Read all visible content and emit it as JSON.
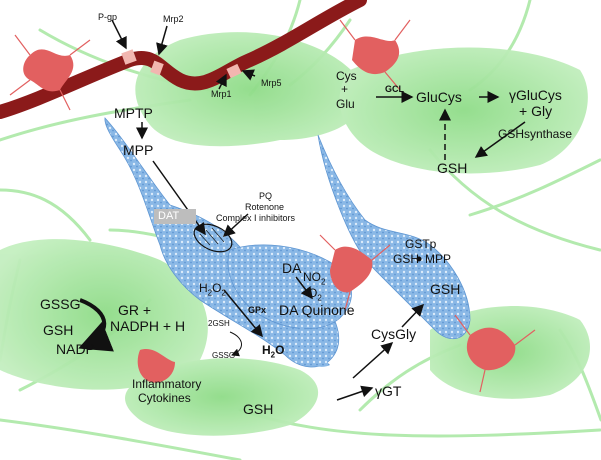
{
  "figure": {
    "transporters": {
      "pgp": "P-gp",
      "mrp2": "Mrp2",
      "mrp1": "Mrp1",
      "mrp5": "Mrp5"
    },
    "neuron_uptake": {
      "mptp": "MPTP",
      "mpp": "MPP",
      "dat": "DAT",
      "toxins": [
        "PQ",
        "Rotenone",
        "Complex I inhibitors"
      ]
    },
    "synthesis": {
      "cys": "Cys",
      "plus": "+",
      "glu": "Glu",
      "gcl": "GCL",
      "glucys": "GluCys",
      "gamma": "γ",
      "glucys2": "GluCys",
      "plus_gly": "+ Gly",
      "gsh": "GSH",
      "synthase": "GSHsynthase"
    },
    "conjugation": {
      "gstp": "GSTp",
      "gsh": "GSH",
      "mpp": "MPP",
      "gsh2": "GSH"
    },
    "dopamine": {
      "da": "DA",
      "no": "NO",
      "no_sub": "2",
      "o": "O",
      "o_sub": "2",
      "quinone": "DA Quinone"
    },
    "peroxide": {
      "h": "H",
      "h_sub": "2",
      "o": "O",
      "o_sub": "2",
      "gpx": "GPx",
      "two_gsh": "2GSH",
      "gssg": "GSSG",
      "water_h": "H",
      "water_sub": "2",
      "water_o": "O"
    },
    "redox_cycle": {
      "gssg": "GSSG",
      "gsh": "GSH",
      "nadp": "NADP",
      "gr": "GR +",
      "nadph": "NADPH + H"
    },
    "extracellular": {
      "cytokines_1": "Inflammatory",
      "cytokines_2": "Cytokines",
      "gsh": "GSH",
      "gamma": "γ",
      "gt": "GT",
      "cysgly": "CysGly"
    },
    "colors": {
      "vessel": "#8b1a1a",
      "astrocyte": "#a6e6a0",
      "neuron": "#7aaee0",
      "microglia": "#e05a5a",
      "arrow": "#111111"
    }
  }
}
